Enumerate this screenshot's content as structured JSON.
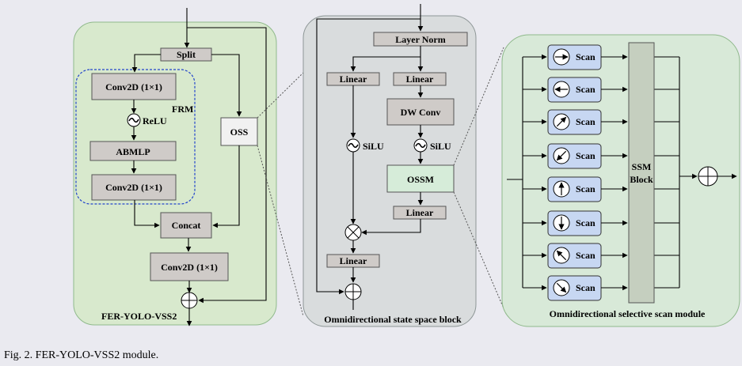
{
  "panel1": {
    "split": "Split",
    "conv1": "Conv2D (1×1)",
    "frm": "FRM",
    "relu": "ReLU",
    "abmlp": "ABMLP",
    "conv2": "Conv2D (1×1)",
    "oss": "OSS",
    "concat": "Concat",
    "conv3": "Conv2D (1×1)",
    "title": "FER-YOLO-VSS2"
  },
  "panel2": {
    "layernorm": "Layer Norm",
    "linear_left": "Linear",
    "linear_right": "Linear",
    "dwconv": "DW Conv",
    "silu_left": "SiLU",
    "silu_right": "SiLU",
    "ossm": "OSSM",
    "linear_mid": "Linear",
    "linear_bottom": "Linear",
    "title": "Omnidirectional state space block"
  },
  "panel3": {
    "scan_label": "Scan",
    "ssm_line1": "SSM",
    "ssm_line2": "Block",
    "title": "Omnidirectional selective scan module"
  },
  "caption": "Fig. 2.  FER-YOLO-VSS2 module.",
  "colors": {
    "panel1_bg": "#d8e9cd",
    "panel2_bg": "#d9dcdd",
    "panel3_bg": "#d8e9d8",
    "box_gray": "#cfcbc8",
    "ossm_green": "#d6ecd9",
    "scan_blue": "#c7d7f2",
    "ssm_green": "#c5cfbf"
  }
}
